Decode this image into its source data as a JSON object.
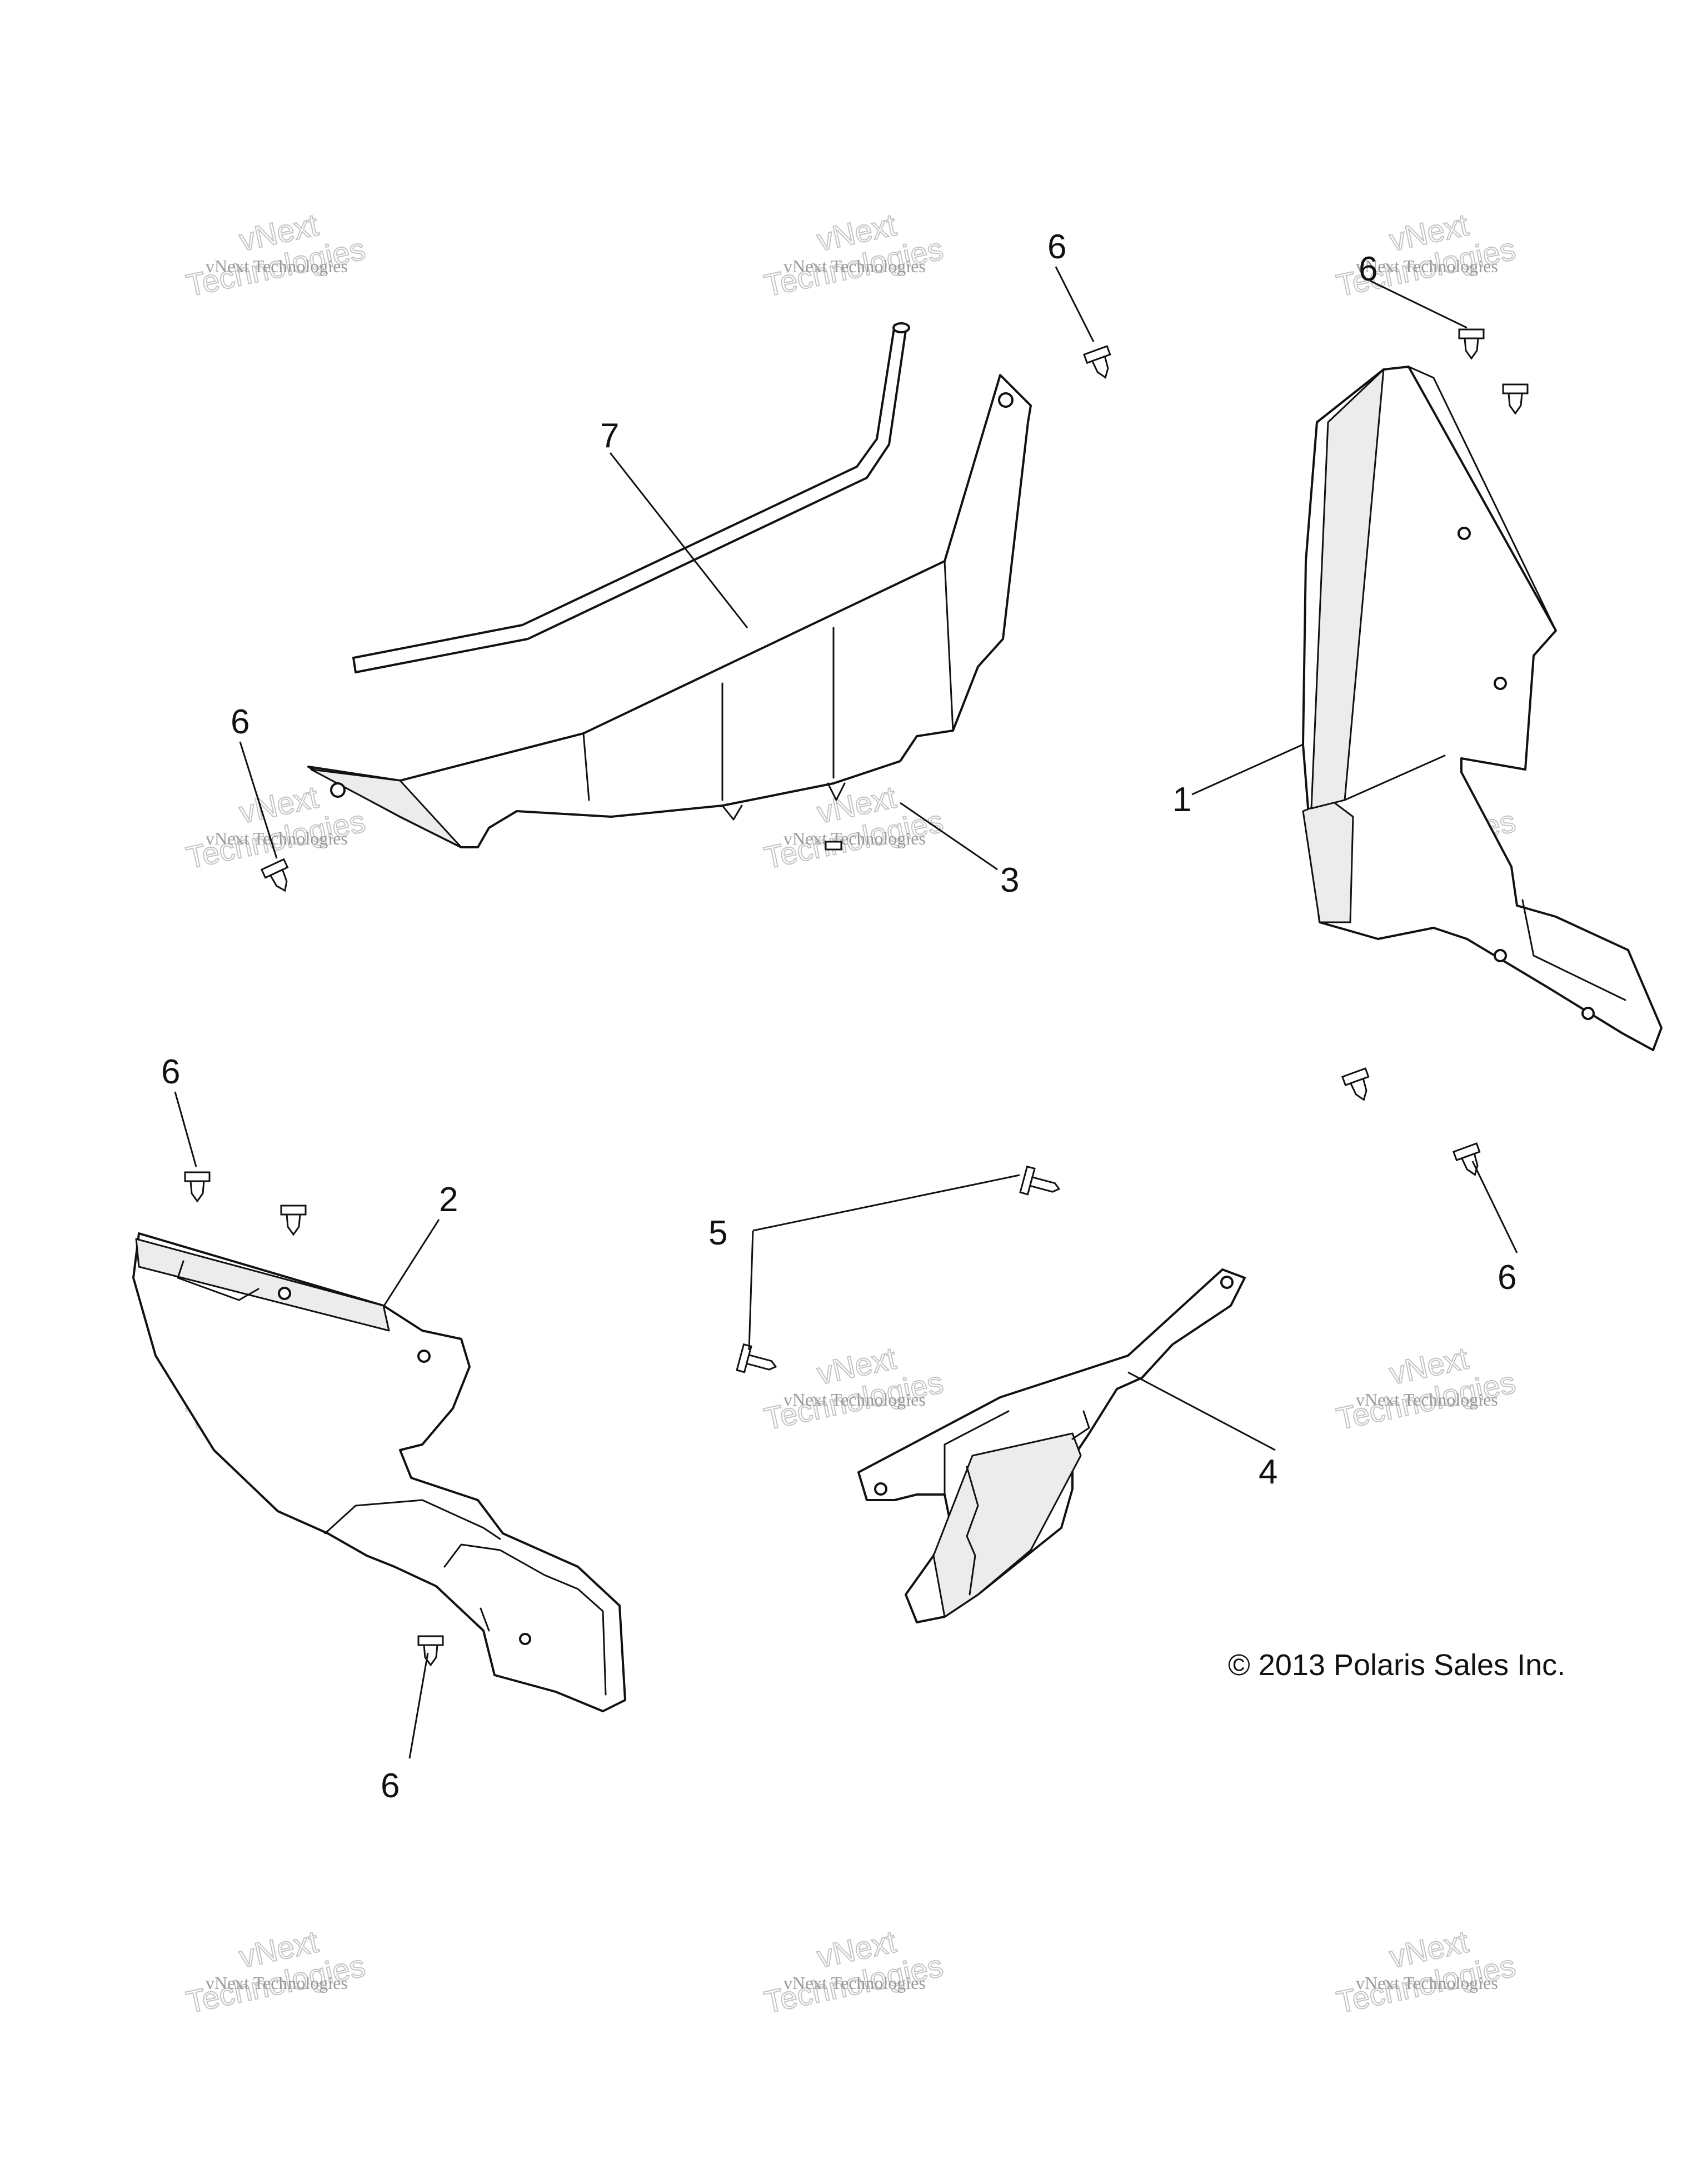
{
  "diagram": {
    "callouts": [
      {
        "id": "c6a",
        "text": "6"
      },
      {
        "id": "c6b",
        "text": "6"
      },
      {
        "id": "c7",
        "text": "7"
      },
      {
        "id": "c6c",
        "text": "6"
      },
      {
        "id": "c1",
        "text": "1"
      },
      {
        "id": "c3",
        "text": "3"
      },
      {
        "id": "c6d",
        "text": "6"
      },
      {
        "id": "c2",
        "text": "2"
      },
      {
        "id": "c5",
        "text": "5"
      },
      {
        "id": "c6e",
        "text": "6"
      },
      {
        "id": "c4",
        "text": "4"
      },
      {
        "id": "c6f",
        "text": "6"
      }
    ],
    "copyright": "© 2013 Polaris Sales Inc.",
    "watermark": {
      "line1": "vNext Technologies",
      "line2": "vNext",
      "line3": "Technologies"
    }
  }
}
